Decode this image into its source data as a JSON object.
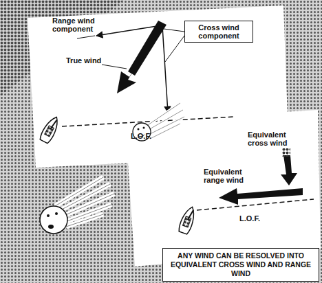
{
  "diagram": {
    "caption": "ANY WIND CAN BE RESOLVED INTO EQUIVALENT CROSS WIND AND RANGE WIND",
    "nodes": [
      {
        "text": [
          "Cross wind component"
        ]
      }
    ],
    "labels": [
      "Range wind component",
      "True wind",
      "L.O.F.",
      "Equivalent cross wind",
      "Equivalent range wind",
      "L.O.F."
    ]
  }
}
